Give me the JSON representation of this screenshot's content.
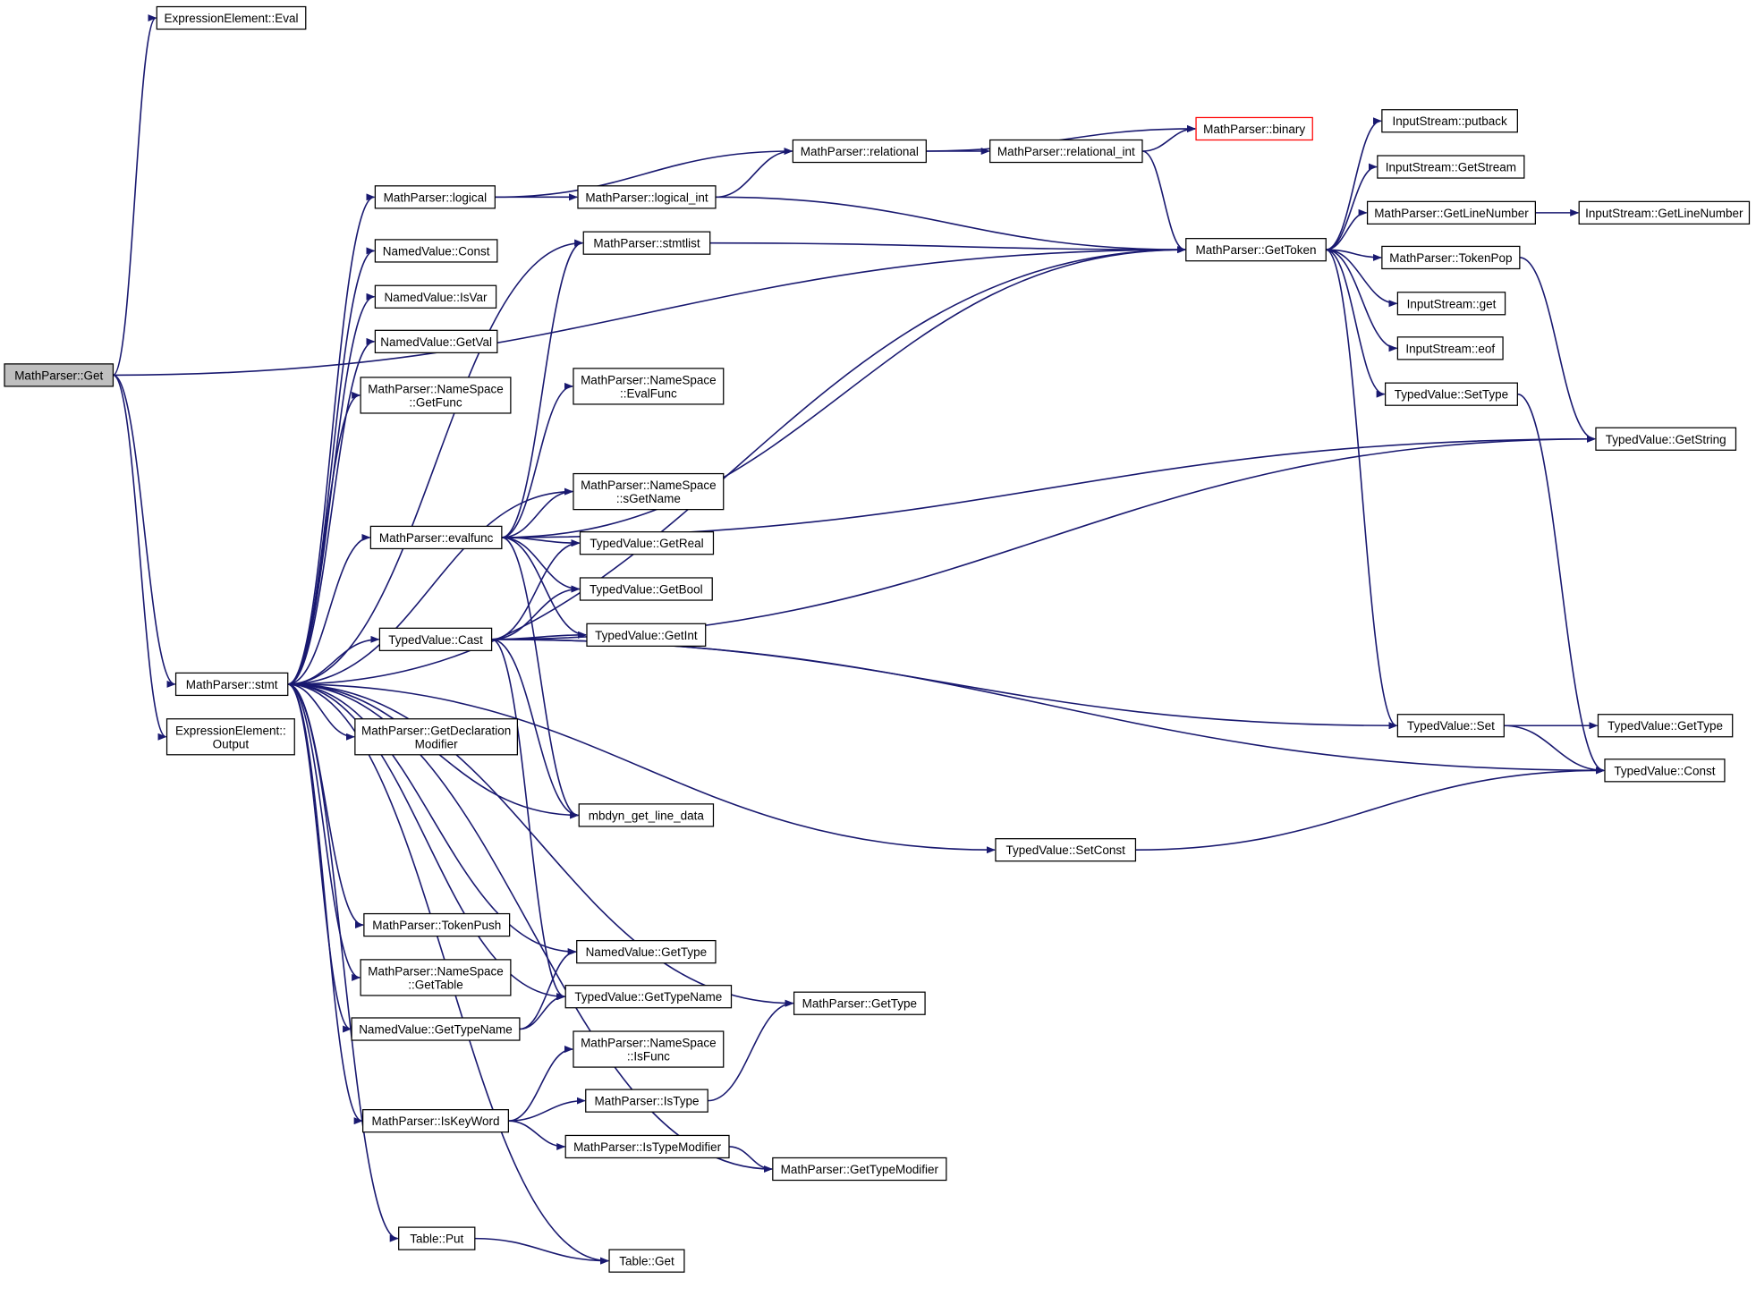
{
  "colors": {
    "edge": "#191970",
    "root_fill": "#bfbfbf",
    "highlight_border": "#ff0000",
    "node_border": "#000000"
  },
  "nodes": [
    {
      "id": "get",
      "label": [
        "MathParser::Get"
      ],
      "style": "root"
    },
    {
      "id": "eval",
      "label": [
        "ExpressionElement::Eval"
      ]
    },
    {
      "id": "stmt",
      "label": [
        "MathParser::stmt"
      ]
    },
    {
      "id": "output",
      "label": [
        "ExpressionElement::",
        "Output"
      ]
    },
    {
      "id": "logical",
      "label": [
        "MathParser::logical"
      ]
    },
    {
      "id": "nvconst",
      "label": [
        "NamedValue::Const"
      ]
    },
    {
      "id": "nvisvar",
      "label": [
        "NamedValue::IsVar"
      ]
    },
    {
      "id": "nvgetval",
      "label": [
        "NamedValue::GetVal"
      ]
    },
    {
      "id": "nsgetfunc",
      "label": [
        "MathParser::NameSpace",
        "::GetFunc"
      ]
    },
    {
      "id": "evalfunc",
      "label": [
        "MathParser::evalfunc"
      ]
    },
    {
      "id": "tvcast",
      "label": [
        "TypedValue::Cast"
      ]
    },
    {
      "id": "getdecl",
      "label": [
        "MathParser::GetDeclaration",
        "Modifier"
      ]
    },
    {
      "id": "tokenpush",
      "label": [
        "MathParser::TokenPush"
      ]
    },
    {
      "id": "nsgettable",
      "label": [
        "MathParser::NameSpace",
        "::GetTable"
      ]
    },
    {
      "id": "nvgettypename",
      "label": [
        "NamedValue::GetTypeName"
      ]
    },
    {
      "id": "iskeyword",
      "label": [
        "MathParser::IsKeyWord"
      ]
    },
    {
      "id": "tableput",
      "label": [
        "Table::Put"
      ]
    },
    {
      "id": "logicalint",
      "label": [
        "MathParser::logical_int"
      ]
    },
    {
      "id": "relational",
      "label": [
        "MathParser::relational"
      ]
    },
    {
      "id": "stmtlist",
      "label": [
        "MathParser::stmtlist"
      ]
    },
    {
      "id": "nsevalfunc",
      "label": [
        "MathParser::NameSpace",
        "::EvalFunc"
      ]
    },
    {
      "id": "nssgetname",
      "label": [
        "MathParser::NameSpace",
        "::sGetName"
      ]
    },
    {
      "id": "tvgetreal",
      "label": [
        "TypedValue::GetReal"
      ]
    },
    {
      "id": "tvgetbool",
      "label": [
        "TypedValue::GetBool"
      ]
    },
    {
      "id": "tvgetint",
      "label": [
        "TypedValue::GetInt"
      ]
    },
    {
      "id": "mbdyn",
      "label": [
        "mbdyn_get_line_data"
      ]
    },
    {
      "id": "nvgettype",
      "label": [
        "NamedValue::GetType"
      ]
    },
    {
      "id": "tvgettypename",
      "label": [
        "TypedValue::GetTypeName"
      ]
    },
    {
      "id": "nsisfunc",
      "label": [
        "MathParser::NameSpace",
        "::IsFunc"
      ]
    },
    {
      "id": "istype",
      "label": [
        "MathParser::IsType"
      ]
    },
    {
      "id": "istypemod",
      "label": [
        "MathParser::IsTypeModifier"
      ]
    },
    {
      "id": "tableget",
      "label": [
        "Table::Get"
      ]
    },
    {
      "id": "relint",
      "label": [
        "MathParser::relational_int"
      ]
    },
    {
      "id": "binary",
      "label": [
        "MathParser::binary"
      ],
      "style": "red"
    },
    {
      "id": "gettoken",
      "label": [
        "MathParser::GetToken"
      ]
    },
    {
      "id": "mpgettype",
      "label": [
        "MathParser::GetType"
      ]
    },
    {
      "id": "gettypemod",
      "label": [
        "MathParser::GetTypeModifier"
      ]
    },
    {
      "id": "tvsetconst",
      "label": [
        "TypedValue::SetConst"
      ]
    },
    {
      "id": "putback",
      "label": [
        "InputStream::putback"
      ]
    },
    {
      "id": "getstream",
      "label": [
        "InputStream::GetStream"
      ]
    },
    {
      "id": "getlinenum",
      "label": [
        "MathParser::GetLineNumber"
      ]
    },
    {
      "id": "tokenpop",
      "label": [
        "MathParser::TokenPop"
      ]
    },
    {
      "id": "isget",
      "label": [
        "InputStream::get"
      ]
    },
    {
      "id": "iseof",
      "label": [
        "InputStream::eof"
      ]
    },
    {
      "id": "tvsettype",
      "label": [
        "TypedValue::SetType"
      ]
    },
    {
      "id": "tvset",
      "label": [
        "TypedValue::Set"
      ]
    },
    {
      "id": "isgetlinenum",
      "label": [
        "InputStream::GetLineNumber"
      ]
    },
    {
      "id": "tvgetstring",
      "label": [
        "TypedValue::GetString"
      ]
    },
    {
      "id": "tvgettype",
      "label": [
        "TypedValue::GetType"
      ]
    },
    {
      "id": "tvconst",
      "label": [
        "TypedValue::Const"
      ]
    }
  ],
  "edges": [
    [
      "get",
      "eval"
    ],
    [
      "get",
      "gettoken"
    ],
    [
      "get",
      "stmt"
    ],
    [
      "get",
      "output"
    ],
    [
      "stmt",
      "logical"
    ],
    [
      "stmt",
      "nvconst"
    ],
    [
      "stmt",
      "nvisvar"
    ],
    [
      "stmt",
      "nvgetval"
    ],
    [
      "stmt",
      "nsgetfunc"
    ],
    [
      "stmt",
      "evalfunc"
    ],
    [
      "stmt",
      "tvcast"
    ],
    [
      "stmt",
      "getdecl"
    ],
    [
      "stmt",
      "tokenpush"
    ],
    [
      "stmt",
      "nsgettable"
    ],
    [
      "stmt",
      "nvgettypename"
    ],
    [
      "stmt",
      "iskeyword"
    ],
    [
      "stmt",
      "tableput"
    ],
    [
      "stmt",
      "stmtlist"
    ],
    [
      "stmt",
      "gettoken"
    ],
    [
      "stmt",
      "nssgetname"
    ],
    [
      "stmt",
      "mbdyn"
    ],
    [
      "stmt",
      "nvgettype"
    ],
    [
      "stmt",
      "tvgettypename"
    ],
    [
      "stmt",
      "mpgettype"
    ],
    [
      "stmt",
      "gettypemod"
    ],
    [
      "stmt",
      "tvsetconst"
    ],
    [
      "stmt",
      "tableget"
    ],
    [
      "logical",
      "logicalint"
    ],
    [
      "logical",
      "relational"
    ],
    [
      "logicalint",
      "relational"
    ],
    [
      "logicalint",
      "gettoken"
    ],
    [
      "relational",
      "binary"
    ],
    [
      "relational",
      "relint"
    ],
    [
      "relint",
      "binary"
    ],
    [
      "relint",
      "gettoken"
    ],
    [
      "evalfunc",
      "stmtlist"
    ],
    [
      "evalfunc",
      "nsevalfunc"
    ],
    [
      "evalfunc",
      "nssgetname"
    ],
    [
      "evalfunc",
      "tvgetreal"
    ],
    [
      "evalfunc",
      "tvgetbool"
    ],
    [
      "evalfunc",
      "tvgetint"
    ],
    [
      "evalfunc",
      "gettoken"
    ],
    [
      "evalfunc",
      "tvgetstring"
    ],
    [
      "evalfunc",
      "mbdyn"
    ],
    [
      "stmtlist",
      "gettoken"
    ],
    [
      "tvcast",
      "tvgetreal"
    ],
    [
      "tvcast",
      "tvgetbool"
    ],
    [
      "tvcast",
      "tvgetint"
    ],
    [
      "tvcast",
      "tvgetstring"
    ],
    [
      "tvcast",
      "tvset"
    ],
    [
      "tvcast",
      "tvconst"
    ],
    [
      "tvcast",
      "mbdyn"
    ],
    [
      "tvcast",
      "tvgettypename"
    ],
    [
      "nvgettypename",
      "nvgettype"
    ],
    [
      "nvgettypename",
      "tvgettypename"
    ],
    [
      "iskeyword",
      "nsisfunc"
    ],
    [
      "iskeyword",
      "istype"
    ],
    [
      "iskeyword",
      "istypemod"
    ],
    [
      "istype",
      "mpgettype"
    ],
    [
      "istypemod",
      "gettypemod"
    ],
    [
      "tableput",
      "tableget"
    ],
    [
      "gettoken",
      "putback"
    ],
    [
      "gettoken",
      "getstream"
    ],
    [
      "gettoken",
      "getlinenum"
    ],
    [
      "gettoken",
      "tokenpop"
    ],
    [
      "gettoken",
      "isget"
    ],
    [
      "gettoken",
      "iseof"
    ],
    [
      "gettoken",
      "tvsettype"
    ],
    [
      "gettoken",
      "tvset"
    ],
    [
      "getlinenum",
      "isgetlinenum"
    ],
    [
      "tokenpop",
      "tvgetstring"
    ],
    [
      "tvsettype",
      "tvconst"
    ],
    [
      "tvset",
      "tvgettype"
    ],
    [
      "tvset",
      "tvconst"
    ],
    [
      "tvsetconst",
      "tvconst"
    ]
  ]
}
